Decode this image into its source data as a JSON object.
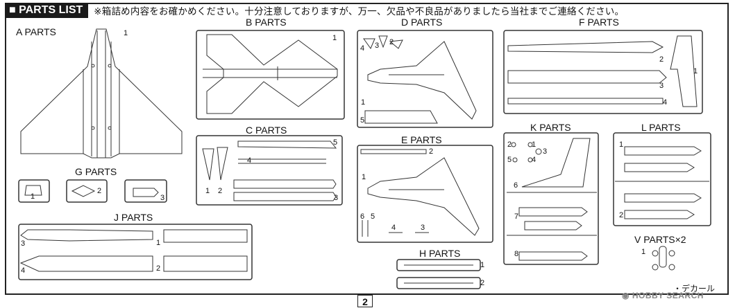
{
  "header": {
    "title": "PARTS LIST",
    "note": "※箱詰め内容をお確かめください。十分注意しておりますが、万一、欠品や不良品がありましたら当社までご連絡ください。"
  },
  "groups": {
    "a": {
      "label": "A PARTS",
      "nums": [
        "1"
      ]
    },
    "b": {
      "label": "B PARTS",
      "nums": [
        "1"
      ]
    },
    "c": {
      "label": "C PARTS",
      "nums": [
        "1",
        "2",
        "3",
        "4",
        "5"
      ]
    },
    "d": {
      "label": "D PARTS",
      "nums": [
        "1",
        "2",
        "3",
        "4",
        "5"
      ]
    },
    "e": {
      "label": "E PARTS",
      "nums": [
        "1",
        "2",
        "3",
        "4",
        "5",
        "6"
      ]
    },
    "f": {
      "label": "F PARTS",
      "nums": [
        "1",
        "2",
        "3",
        "4"
      ]
    },
    "g": {
      "label": "G PARTS",
      "nums": [
        "1",
        "2",
        "3"
      ]
    },
    "h": {
      "label": "H PARTS",
      "nums": [
        "1",
        "2"
      ]
    },
    "j": {
      "label": "J PARTS",
      "nums": [
        "1",
        "2",
        "3",
        "4"
      ]
    },
    "k": {
      "label": "K PARTS",
      "nums": [
        "1",
        "2",
        "3",
        "4",
        "5",
        "6",
        "7",
        "8"
      ]
    },
    "l": {
      "label": "L PARTS",
      "nums": [
        "1",
        "2"
      ]
    },
    "v": {
      "label": "V PARTS×2",
      "nums": [
        "1"
      ]
    }
  },
  "decal_label": "・デカール",
  "page_number": "2",
  "watermark": "HOBBY SEARCH"
}
